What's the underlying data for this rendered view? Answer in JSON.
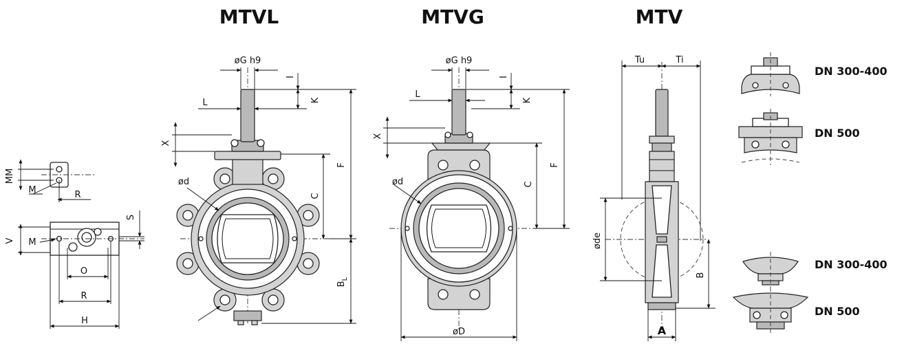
{
  "titles": {
    "mtvl": "MTVL",
    "mtvg": "MTVG",
    "mtv": "MTV"
  },
  "flange_labels": {
    "mm": "MM",
    "m_top": "M",
    "r_top": "R",
    "s": "S",
    "v": "V",
    "m_side": "M",
    "o": "O",
    "r_bottom": "R",
    "h": "H"
  },
  "mtvl_labels": {
    "og": "øG h9",
    "l": "L",
    "i": "I",
    "k": "K",
    "x": "X",
    "f": "F",
    "c": "C",
    "od": "ød",
    "bl_main": "B",
    "bl_sub": "L"
  },
  "mtvg_labels": {
    "og": "øG h9",
    "l": "L",
    "i": "I",
    "k": "K",
    "x": "X",
    "f": "F",
    "c": "C",
    "od": "ød",
    "oD": "øD"
  },
  "mtv_labels": {
    "tu": "Tu",
    "ti": "Ti",
    "ode": "øde",
    "b": "B",
    "a": "A"
  },
  "dn_labels": {
    "top_300_400": "DN 300-400",
    "top_500": "DN 500",
    "bottom_300_400": "DN 300-400",
    "bottom_500": "DN 500"
  }
}
